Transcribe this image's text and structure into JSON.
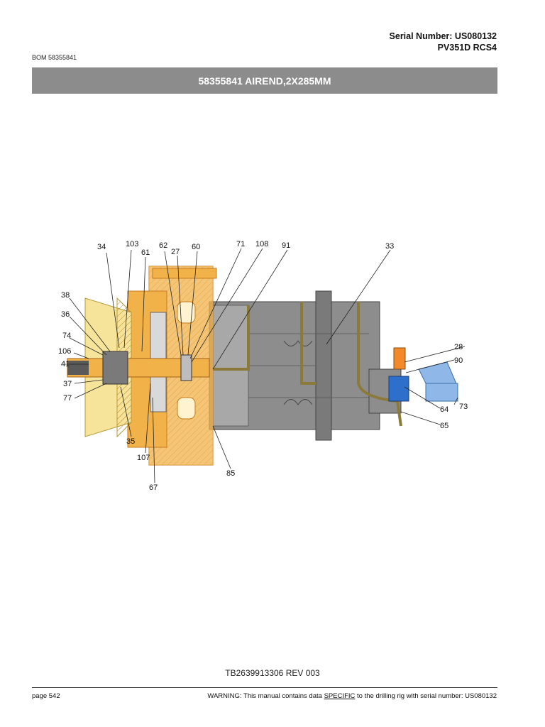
{
  "header": {
    "serial_number": "Serial Number: US080132",
    "model": "PV351D RCS4",
    "bom": "BOM 58355841",
    "title": "58355841 AIREND,2X285MM"
  },
  "diagram": {
    "callouts": [
      "34",
      "103",
      "61",
      "62",
      "27",
      "60",
      "71",
      "108",
      "91",
      "33",
      "38",
      "36",
      "74",
      "106",
      "41",
      "37",
      "77",
      "35",
      "107",
      "67",
      "85",
      "28",
      "90",
      "64",
      "73",
      "65"
    ]
  },
  "footer": {
    "doc_number": "TB2639913306 REV 003",
    "page": "page 542",
    "warning_prefix": "WARNING:  This manual contains data ",
    "warning_emphasis": "SPECIFIC",
    "warning_suffix": " to the drilling rig with serial number: US080132"
  },
  "colors": {
    "title_bar": "#8c8c8c",
    "housing_orange": "#f2b24a",
    "bearing_yellow": "#f6e49a",
    "body_gray": "#8d8d8d",
    "valve_blue": "#8fb8e8",
    "pipe_olive": "#8b7a3a"
  }
}
